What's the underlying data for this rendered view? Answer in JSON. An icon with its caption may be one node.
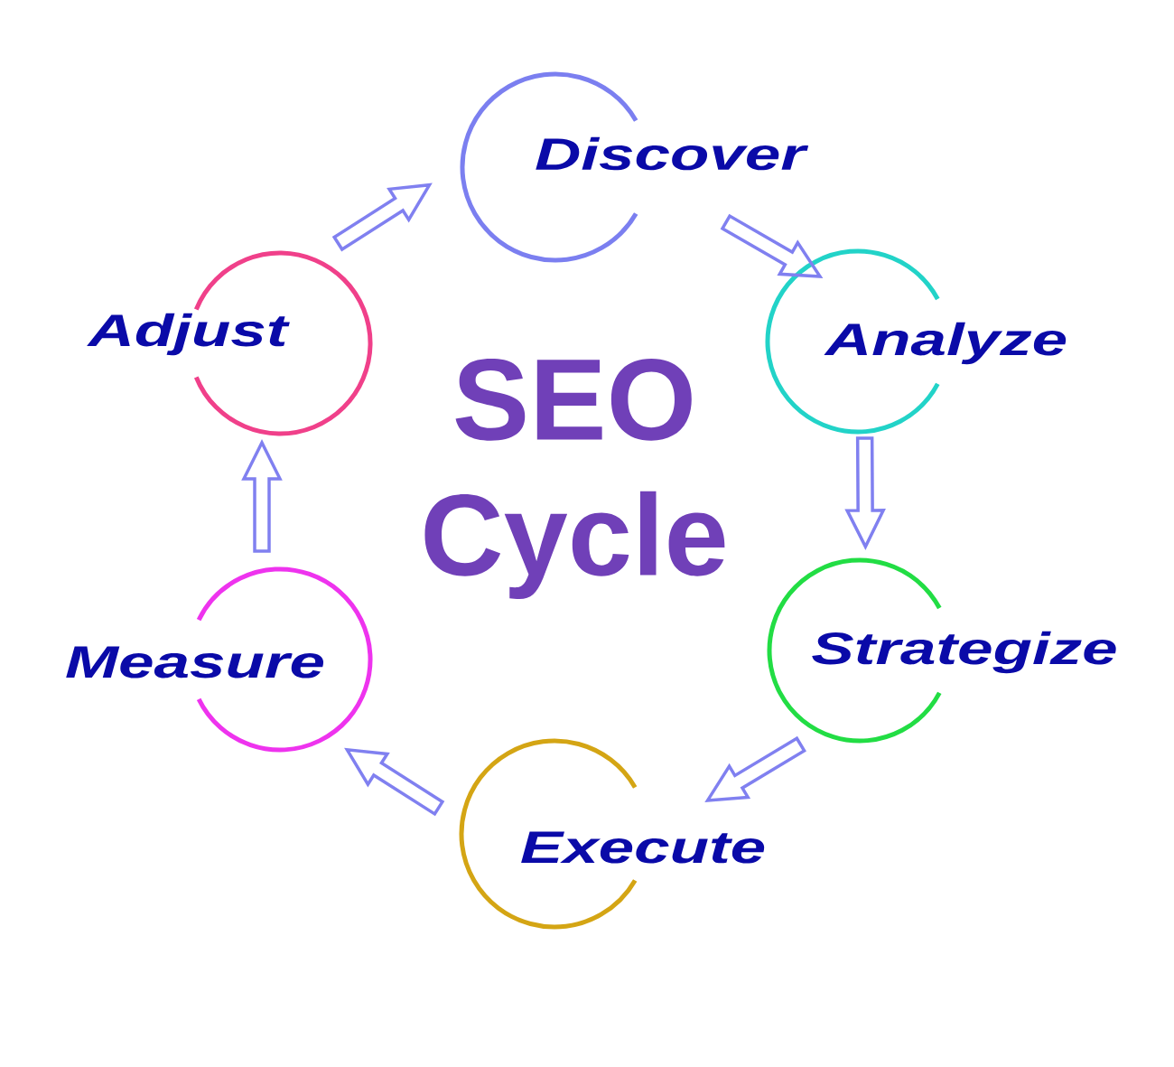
{
  "diagram": {
    "title": "SEO Cycle",
    "nodes": [
      {
        "text": [
          "Discover"
        ]
      },
      {
        "text": [
          "Analyze"
        ]
      },
      {
        "text": [
          "Strategize"
        ]
      },
      {
        "text": [
          "Execute"
        ]
      },
      {
        "text": [
          "Measure"
        ]
      },
      {
        "text": [
          "Adjust"
        ]
      }
    ],
    "edges": [
      {
        "from": 0,
        "to": 1,
        "arrow": "to"
      },
      {
        "from": 1,
        "to": 2,
        "arrow": "to"
      },
      {
        "from": 2,
        "to": 3,
        "arrow": "to"
      },
      {
        "from": 3,
        "to": 4,
        "arrow": "to"
      },
      {
        "from": 4,
        "to": 5,
        "arrow": "to"
      },
      {
        "from": 5,
        "to": 0,
        "arrow": "to"
      }
    ]
  }
}
